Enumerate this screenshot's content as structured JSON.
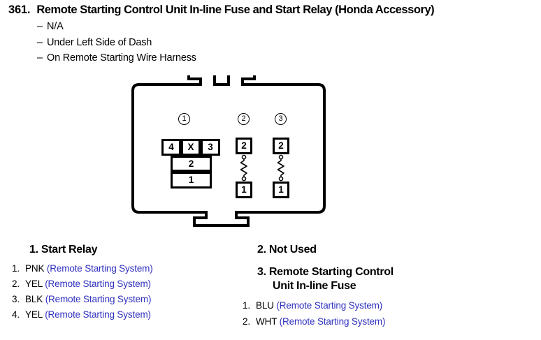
{
  "header": {
    "number": "361.",
    "title": "Remote Starting Control Unit In-line Fuse and Start Relay (Honda Accessory)",
    "bullets": [
      "N/A",
      "Under Left Side of Dash",
      "On Remote Starting Wire Harness"
    ],
    "dash": "–"
  },
  "diagram": {
    "connector1": {
      "marker": "1",
      "top_row": [
        "4",
        "X",
        "3"
      ],
      "row2": "2",
      "row3": "1"
    },
    "connector2": {
      "marker": "2",
      "top_pin": "2",
      "bottom_pin": "1"
    },
    "connector3": {
      "marker": "3",
      "top_pin": "2",
      "bottom_pin": "1"
    }
  },
  "legend": {
    "section1": {
      "heading": "1. Start Relay",
      "items": [
        {
          "index": "1.",
          "code": "PNK",
          "system": "(Remote Starting System)"
        },
        {
          "index": "2.",
          "code": "YEL",
          "system": "(Remote Starting System)"
        },
        {
          "index": "3.",
          "code": "BLK",
          "system": "(Remote Starting System)"
        },
        {
          "index": "4.",
          "code": "YEL",
          "system": "(Remote Starting System)"
        }
      ]
    },
    "section2": {
      "heading": "2. Not Used"
    },
    "section3": {
      "heading_line1": "3. Remote Starting Control",
      "heading_line2": "Unit In-line Fuse",
      "items": [
        {
          "index": "1.",
          "code": "BLU",
          "system": "(Remote Starting System)"
        },
        {
          "index": "2.",
          "code": "WHT",
          "system": "(Remote Starting System)"
        }
      ]
    }
  },
  "colors": {
    "system_text": "#3030c0",
    "line": "#000000"
  }
}
